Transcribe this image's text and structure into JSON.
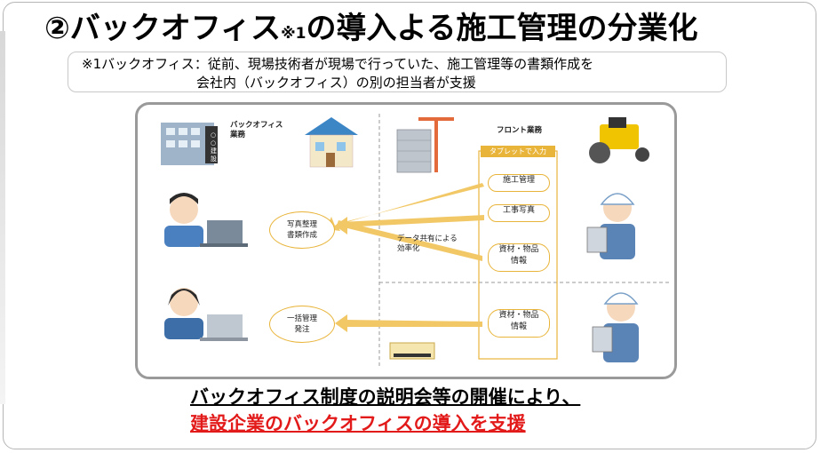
{
  "title": {
    "main_prefix": "②バックオフィス",
    "superscript": "※1",
    "main_suffix": "の導入よる施工管理の分業化"
  },
  "note": {
    "line1": "※1バックオフィス：従前、現場技術者が現場で行っていた、施工管理等の書類作成を",
    "line2": "会社内（バックオフィス）の別の担当者が支援"
  },
  "illustration": {
    "back_office_label": "バックオフィス\n業務",
    "building_sign": "○○建設",
    "front_label": "フロント業務",
    "tablet_tag": "タブレットで入力",
    "center_label": "データ共有による\n効率化",
    "left_circles": [
      "写真整理\n書類作成",
      "一括管理\n発注"
    ],
    "right_items": [
      "施工管理",
      "工事写真",
      "資材・物品\n情報",
      "資材・物品\n情報"
    ],
    "colors": {
      "accent": "#e9b43a",
      "arrow": "#f2c866",
      "frame": "#9a9a9a"
    }
  },
  "footer": {
    "line1": "バックオフィス制度の説明会等の開催により、",
    "line2": "建設企業のバックオフィスの導入を支援",
    "line2_color": "#e21a1a"
  }
}
